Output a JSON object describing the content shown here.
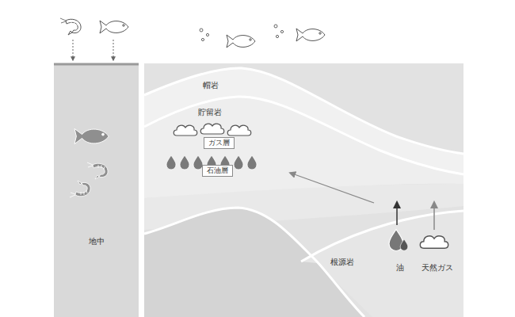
{
  "diagram": {
    "nodes": [
      {
        "text": [
          "地中"
        ]
      },
      {
        "text": [
          "ガス層"
        ]
      },
      {
        "text": [
          "石油層"
        ]
      }
    ],
    "labels": [
      "帽岩",
      "貯留岩",
      "根源岩",
      "油",
      "天然ガス"
    ]
  }
}
